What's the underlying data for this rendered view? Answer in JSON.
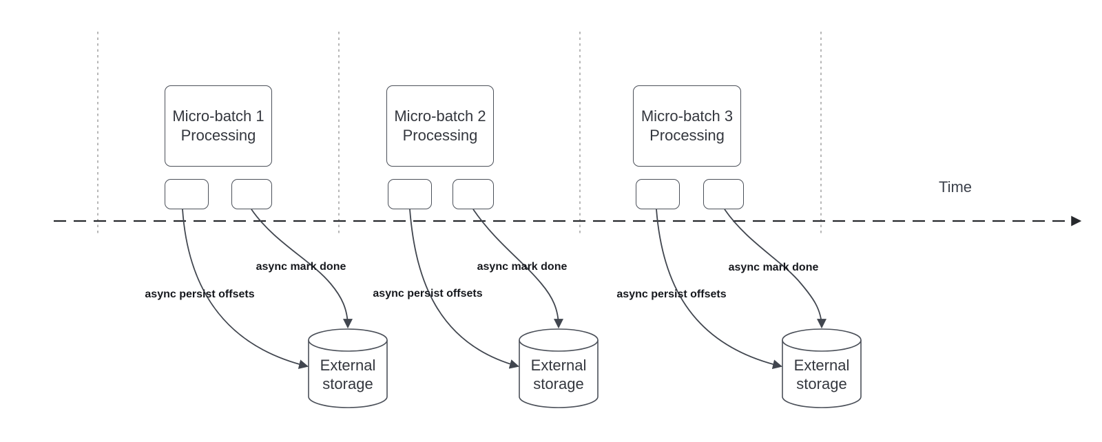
{
  "time_axis": {
    "label": "Time"
  },
  "groups": [
    {
      "title": "Micro-batch 1 Processing",
      "persist_label": "async persist offsets",
      "done_label": "async mark done",
      "storage_label": "External storage"
    },
    {
      "title": "Micro-batch 2 Processing",
      "persist_label": "async persist offsets",
      "done_label": "async mark done",
      "storage_label": "External storage"
    },
    {
      "title": "Micro-batch 3 Processing",
      "persist_label": "async persist offsets",
      "done_label": "async mark done",
      "storage_label": "External storage"
    }
  ],
  "colors": {
    "shape_stroke": "#4a4f58",
    "curve_stroke": "#41464f",
    "guide_stroke": "#a5a5a5",
    "axis_stroke": "#26282c",
    "box_text": "#34373e",
    "label_text": "#16181d"
  }
}
